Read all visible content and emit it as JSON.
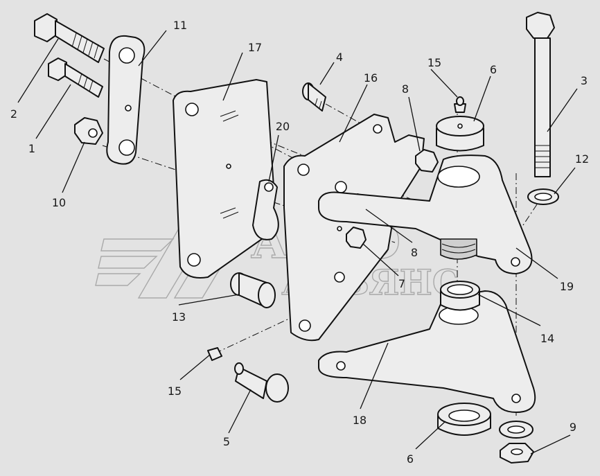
{
  "watermark": {
    "line1": "АВТО",
    "line2": "АЛЬЯНС"
  },
  "callouts": [
    {
      "id": "c1",
      "text": "1"
    },
    {
      "id": "c2",
      "text": "2"
    },
    {
      "id": "c3",
      "text": "3"
    },
    {
      "id": "c4",
      "text": "4"
    },
    {
      "id": "c5",
      "text": "5"
    },
    {
      "id": "c6a",
      "text": "6"
    },
    {
      "id": "c6b",
      "text": "6"
    },
    {
      "id": "c7",
      "text": "7"
    },
    {
      "id": "c8a",
      "text": "8"
    },
    {
      "id": "c8b",
      "text": "8"
    },
    {
      "id": "c9",
      "text": "9"
    },
    {
      "id": "c10",
      "text": "10"
    },
    {
      "id": "c11",
      "text": "11"
    },
    {
      "id": "c12",
      "text": "12"
    },
    {
      "id": "c13",
      "text": "13"
    },
    {
      "id": "c14",
      "text": "14"
    },
    {
      "id": "c15a",
      "text": "15"
    },
    {
      "id": "c15b",
      "text": "15"
    },
    {
      "id": "c16",
      "text": "16"
    },
    {
      "id": "c17",
      "text": "17"
    },
    {
      "id": "c18",
      "text": "18"
    },
    {
      "id": "c19",
      "text": "19"
    },
    {
      "id": "c20",
      "text": "20"
    }
  ]
}
